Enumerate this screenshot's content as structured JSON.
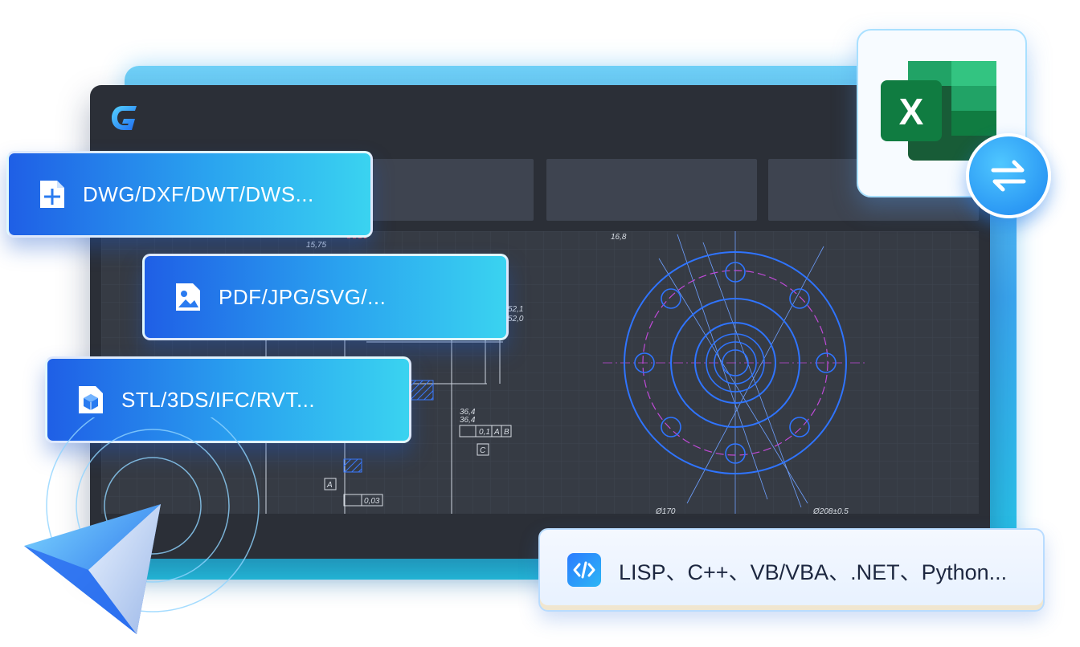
{
  "formats": [
    {
      "label": "DWG/DXF/DWT/DWS...",
      "icon": "drawing-file-icon"
    },
    {
      "label": "PDF/JPG/SVG/...",
      "icon": "image-file-icon"
    },
    {
      "label": "STL/3DS/IFC/RVT...",
      "icon": "3d-model-file-icon"
    }
  ],
  "languages": {
    "label": "LISP、C++、VB/VBA、.NET、Python...",
    "icon": "code-icon"
  },
  "excel": {
    "letter": "X",
    "icon": "excel-icon"
  },
  "swap": {
    "icon": "swap-arrows-icon"
  },
  "cad_window": {
    "logo_icon": "app-logo-icon"
  },
  "drawing_annotations": {
    "dim_15_75": "15,75",
    "dim_52_1": "52,1",
    "dim_52_0": "52,0",
    "dim_36_4a": "36,4",
    "dim_36_4b": "36,4",
    "tol_value": "0,1",
    "datum_a": "A",
    "datum_b": "B",
    "datum_c": "C",
    "datum_a2": "A",
    "flatness": "0,03",
    "dim_16_8": "16,8",
    "dia_170": "Ø170",
    "dia_208": "Ø208±0,5"
  },
  "colors": {
    "card_gradient_start": "#1f5fe6",
    "card_gradient_end": "#3ad3f0",
    "cad_background": "#2b2f37",
    "excel_green": "#107c41",
    "accent_blue": "#1d86f0"
  }
}
